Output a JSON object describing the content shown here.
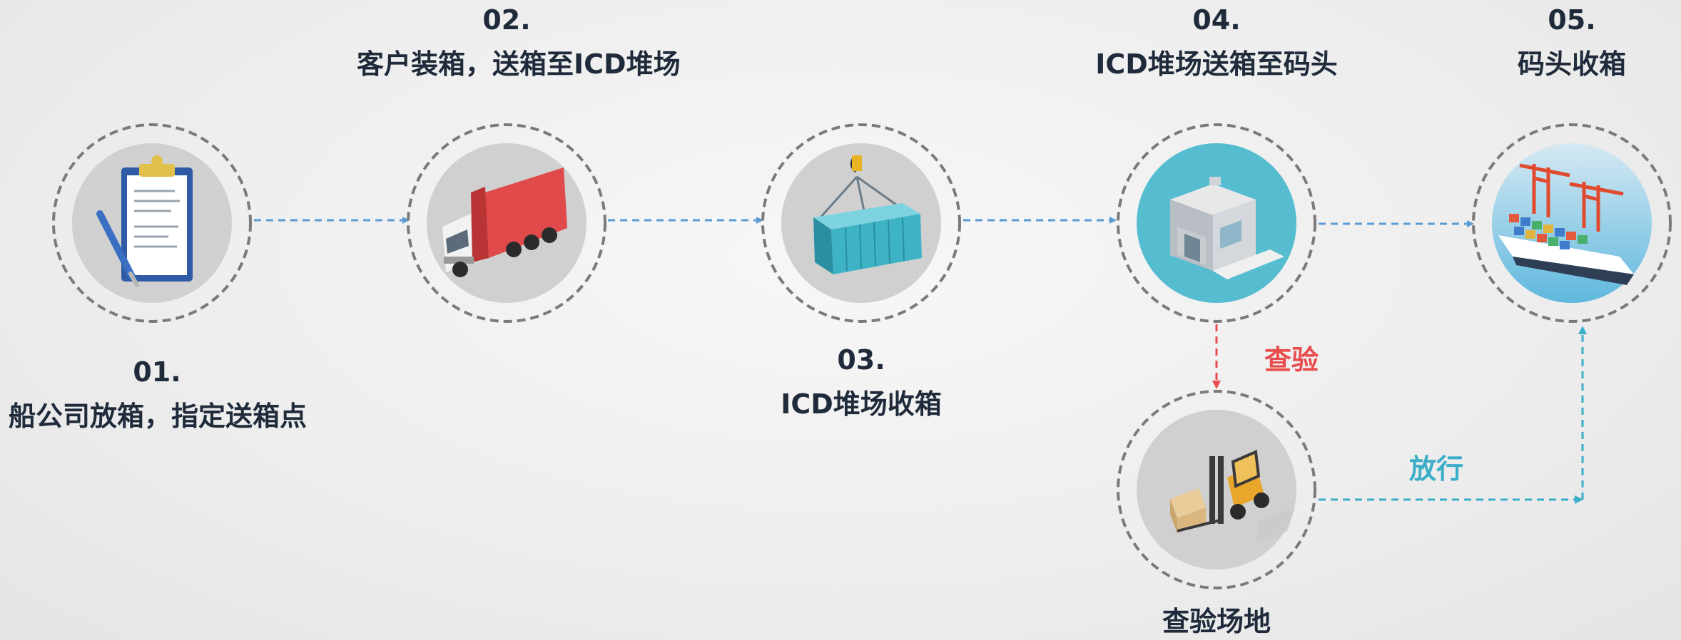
{
  "steps": [
    {
      "num": "01.",
      "text": "船公司放箱，指定送箱点",
      "icon": "clipboard-icon"
    },
    {
      "num": "02.",
      "text": "客户装箱，送箱至ICD堆场",
      "icon": "truck-icon"
    },
    {
      "num": "03.",
      "text": "ICD堆场收箱",
      "icon": "container-icon"
    },
    {
      "num": "04.",
      "text": "ICD堆场送箱至码头",
      "icon": "warehouse-icon"
    },
    {
      "num": "05.",
      "text": "码头收箱",
      "icon": "port-crane-icon"
    }
  ],
  "inspection_site": {
    "text": "查验场地",
    "icon": "forklift-icon"
  },
  "branch_labels": {
    "inspect": "查验",
    "release": "放行"
  },
  "colors": {
    "main_arrow": "#5b9bd5",
    "inspect": "#e84c4c",
    "release": "#3aaec8",
    "text": "#1f2a3a",
    "ring": "#7a7a7a",
    "disk": "#d0d0d0",
    "disk_highlight": "#56bdd1"
  }
}
